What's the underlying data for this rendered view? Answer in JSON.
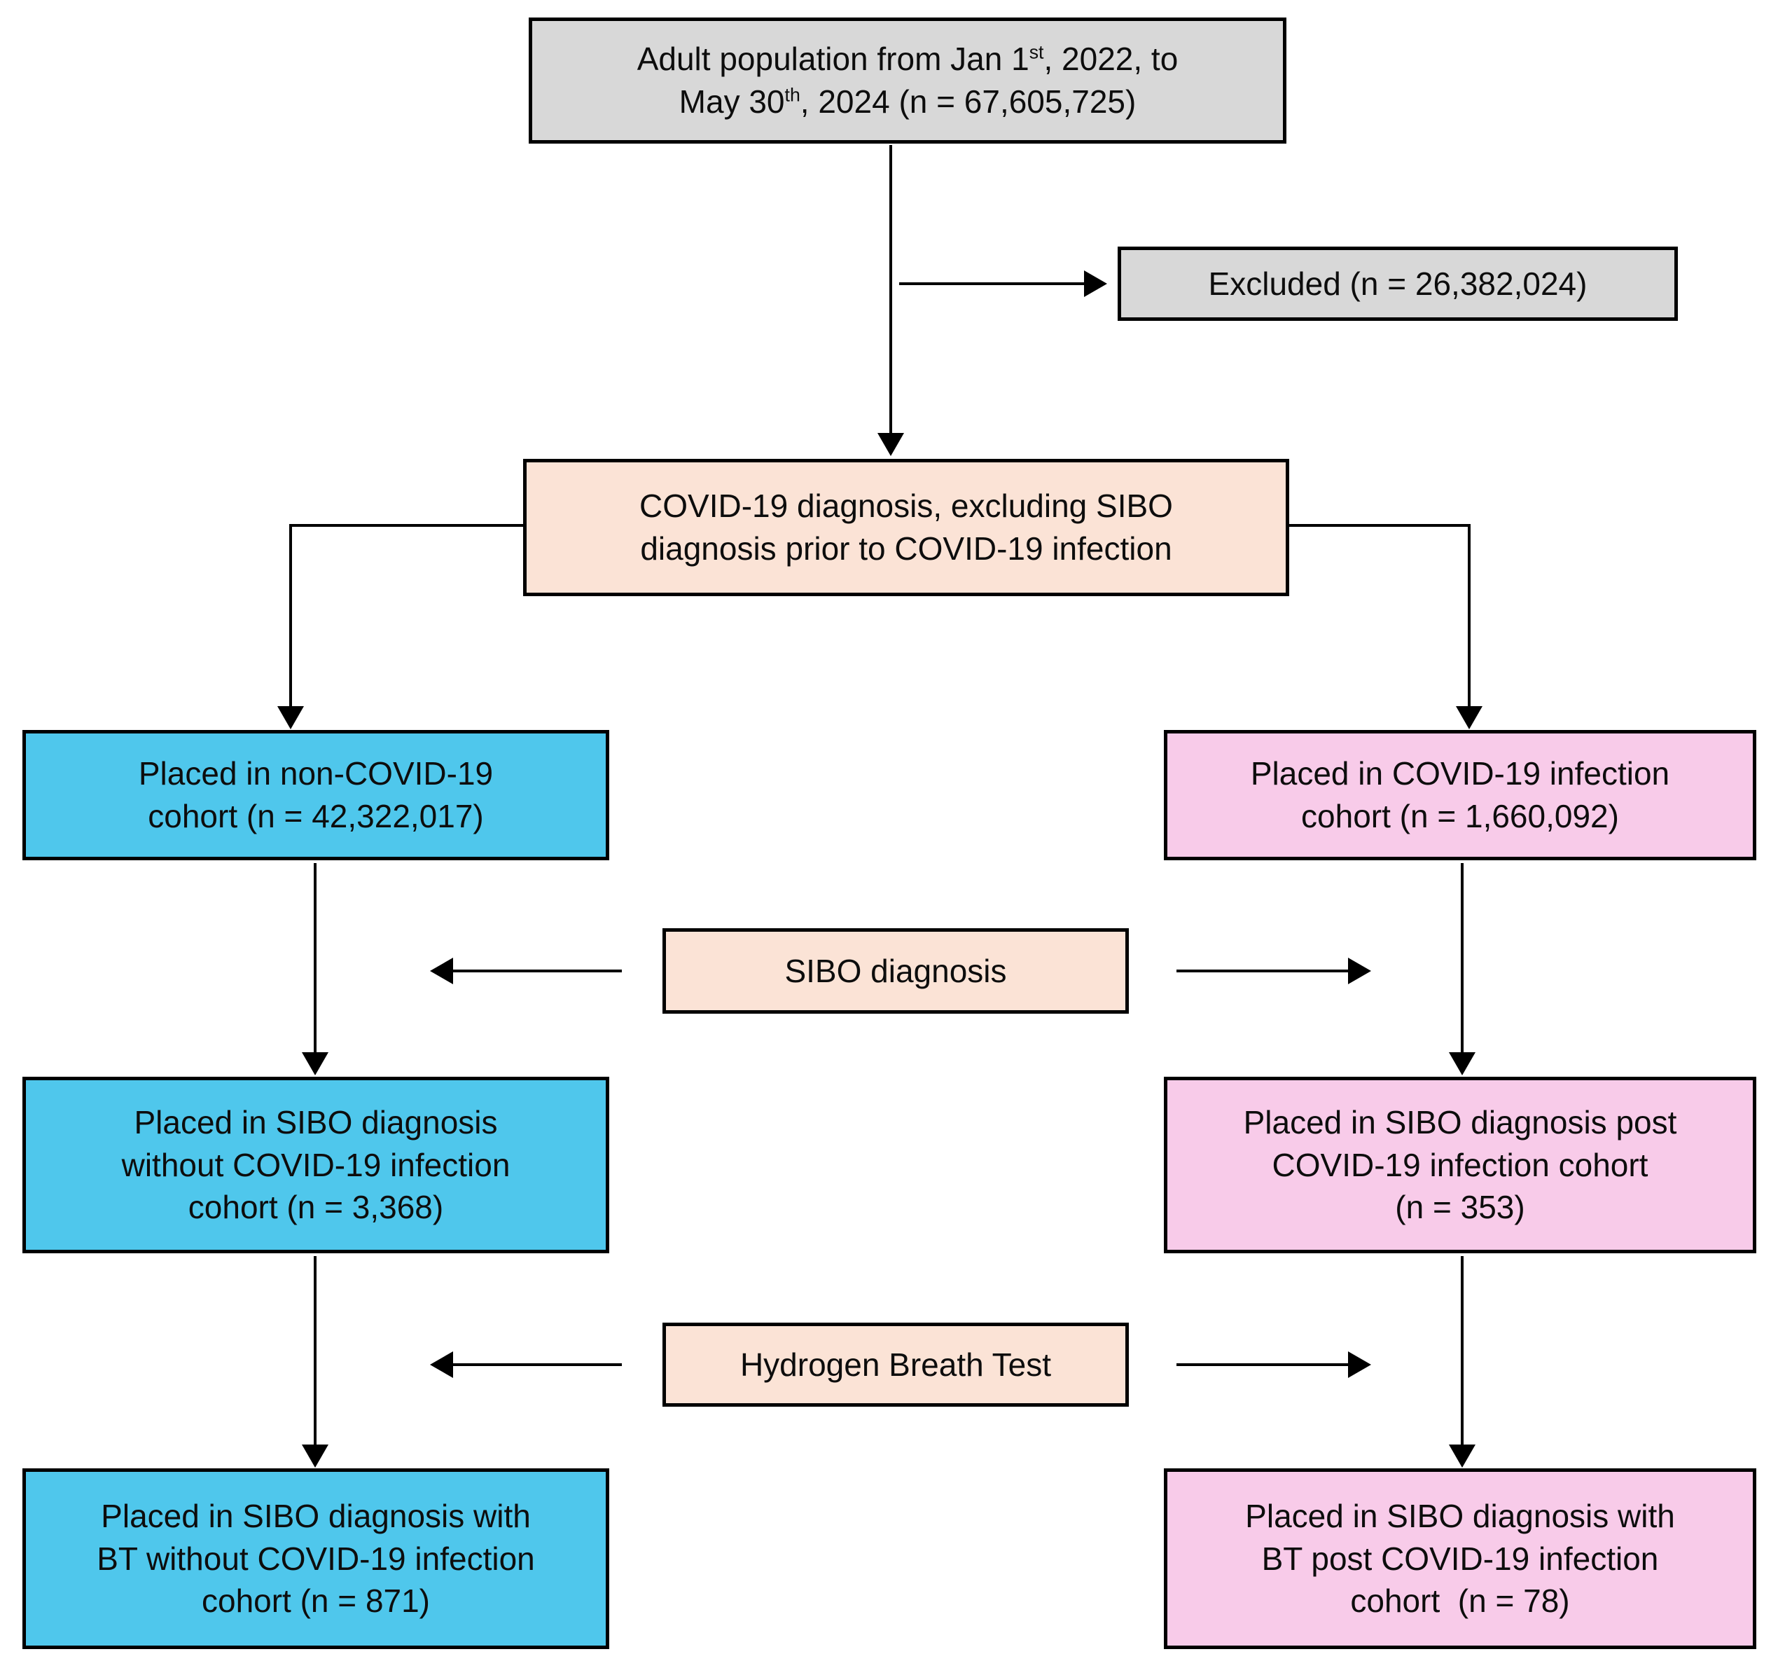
{
  "colors": {
    "box-gray": "#d8d8d8",
    "box-peach": "#fbe3d6",
    "box-cyan": "#4fc7ec",
    "box-pink": "#f8cbe9",
    "line": "#000000"
  },
  "boxes": {
    "adult_population": {
      "l1a": "Adult population from Jan 1",
      "l1sup": "st",
      "l1b": ", 2022, to",
      "l2a": "May 30",
      "l2sup": "th",
      "l2b": ", 2024 (n = 67,605,725)"
    },
    "excluded": {
      "lines": [
        "Excluded (n = 26,382,024)"
      ]
    },
    "covid_diagnosis": {
      "lines": [
        "COVID-19 diagnosis, excluding SIBO",
        "diagnosis prior to COVID-19 infection"
      ]
    },
    "non_covid_cohort": {
      "lines": [
        "Placed in non-COVID-19",
        "cohort (n = 42,322,017)"
      ]
    },
    "covid_cohort": {
      "lines": [
        "Placed in COVID-19 infection",
        "cohort (n = 1,660,092)"
      ]
    },
    "sibo_diagnosis": {
      "lines": [
        "SIBO diagnosis"
      ]
    },
    "sibo_no_covid_cohort": {
      "lines": [
        "Placed in SIBO diagnosis",
        "without COVID-19 infection",
        "cohort (n = 3,368)"
      ]
    },
    "sibo_post_covid_cohort": {
      "lines": [
        "Placed in SIBO diagnosis post",
        "COVID-19 infection cohort",
        "(n = 353)"
      ]
    },
    "hydrogen_breath_test": {
      "lines": [
        "Hydrogen Breath Test"
      ]
    },
    "sibo_bt_no_covid_cohort": {
      "lines": [
        "Placed in SIBO diagnosis with",
        "BT without COVID-19 infection",
        "cohort (n = 871)"
      ]
    },
    "sibo_bt_post_covid_cohort": {
      "lines": [
        "Placed in SIBO diagnosis with",
        "BT post COVID-19 infection",
        "cohort  (n = 78)"
      ]
    }
  }
}
